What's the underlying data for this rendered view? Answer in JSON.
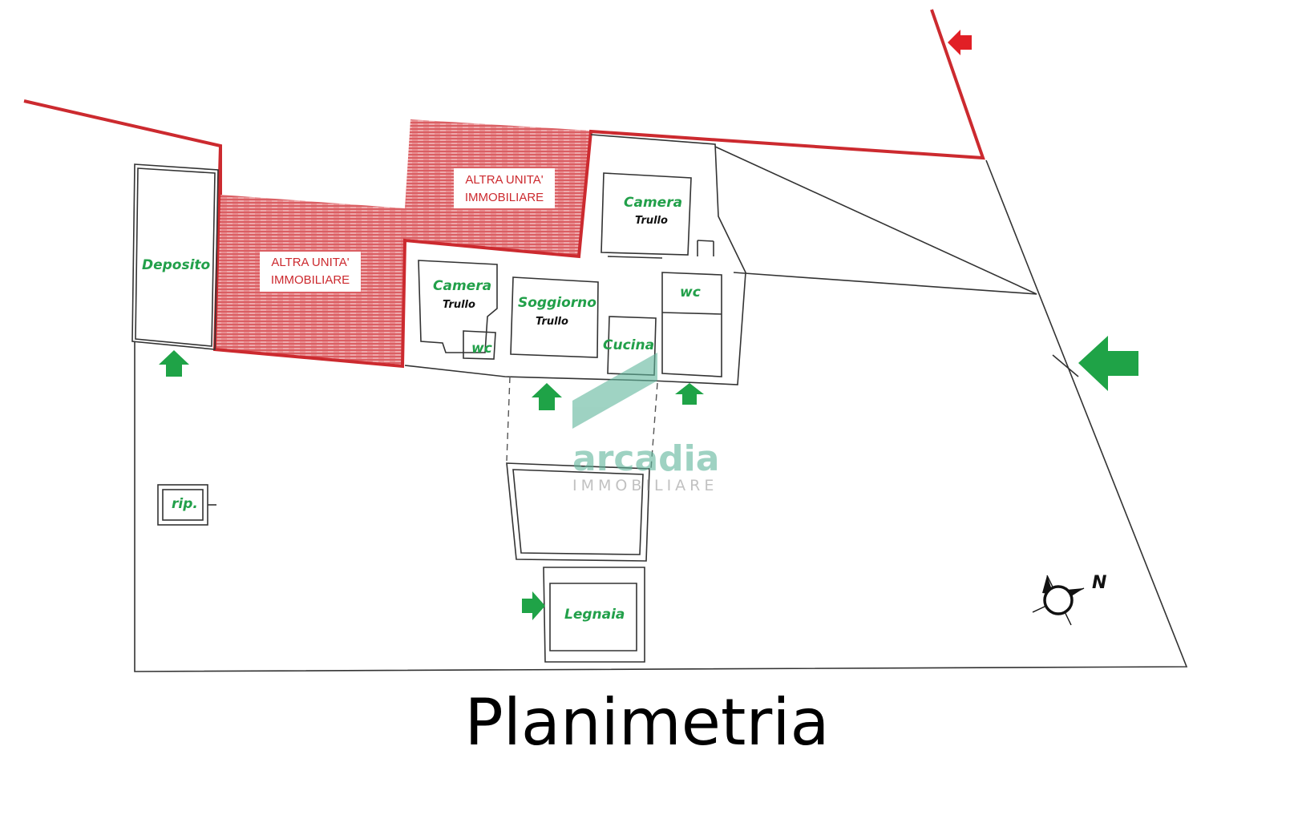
{
  "title": "Planimetria",
  "rooms": {
    "deposito": "Deposito",
    "camera_left": "Camera",
    "camera_left_sub": "Trullo",
    "camera_top": "Camera",
    "camera_top_sub": "Trullo",
    "soggiorno": "Soggiorno",
    "soggiorno_sub": "Trullo",
    "wc_left": "wc",
    "wc_right": "wc",
    "cucina": "Cucina",
    "ripostiglio": "rip.",
    "legnaia": "Legnaia"
  },
  "other_units": {
    "top_line1": "ALTRA UNITA'",
    "top_line2": "IMMOBILIARE",
    "left_line1": "ALTRA UNITA'",
    "left_line2": "IMMOBILIARE"
  },
  "watermark": {
    "name": "arcadia",
    "sub": "IMMOBILIARE"
  },
  "compass": {
    "north": "N"
  },
  "colors": {
    "boundary_red": "#cc2a2f",
    "hatch_red": "#d9555a",
    "label_green": "#22a04a",
    "arrow_green": "#1fa347",
    "arrow_red": "#e11f26",
    "watermark_green": "#5fb59b"
  }
}
